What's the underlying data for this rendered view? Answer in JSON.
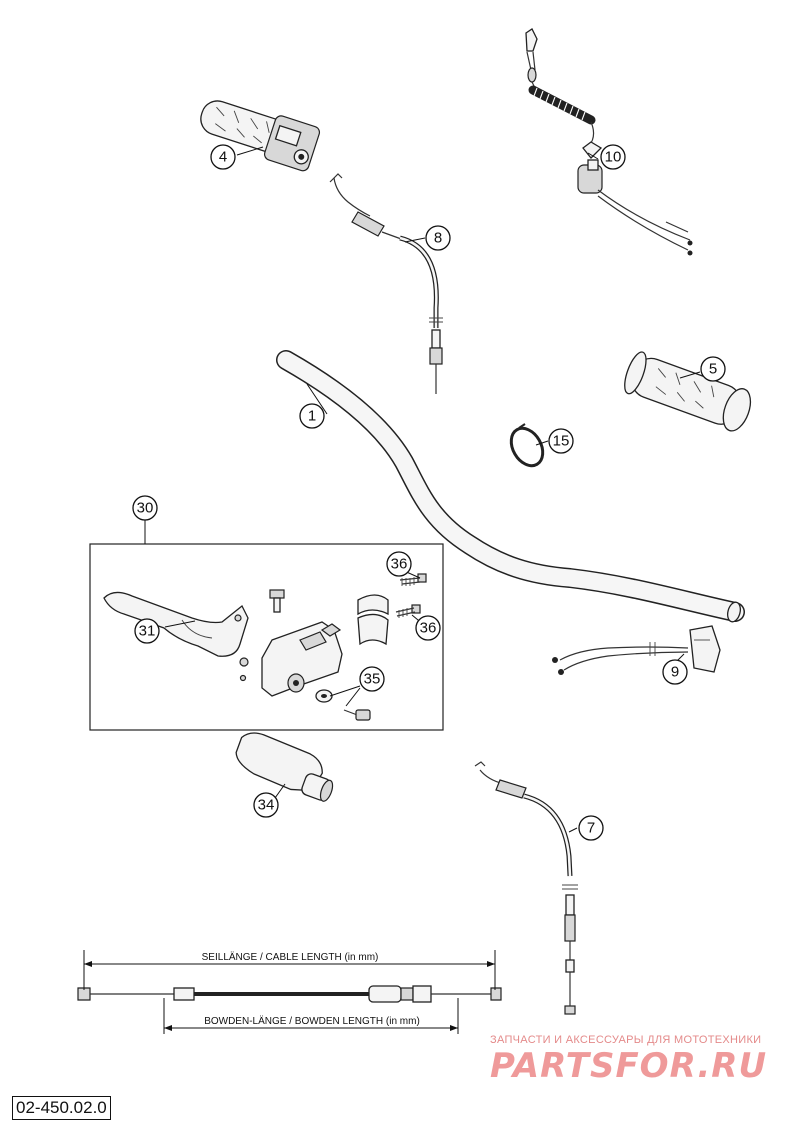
{
  "callouts": {
    "c1": "1",
    "c4": "4",
    "c5": "5",
    "c7": "7",
    "c8": "8",
    "c9": "9",
    "c10": "10",
    "c15": "15",
    "c30": "30",
    "c31": "31",
    "c34": "34",
    "c35": "35",
    "c36a": "36",
    "c36b": "36"
  },
  "dimensions": {
    "cable_length": "SEILLÄNGE / CABLE LENGTH   (in mm)",
    "bowden_length": "BOWDEN-LÄNGE / BOWDEN LENGTH   (in mm)"
  },
  "watermark": {
    "tagline": "ЗАПЧАСТИ И АКСЕССУАРЫ ДЛЯ МОТОТЕХНИКИ",
    "brand_a": "PARTS",
    "brand_b": "FOR.RU"
  },
  "part_code": "02-450.02.0",
  "colors": {
    "line": "#222222",
    "watermark": "#ef9a9a"
  }
}
